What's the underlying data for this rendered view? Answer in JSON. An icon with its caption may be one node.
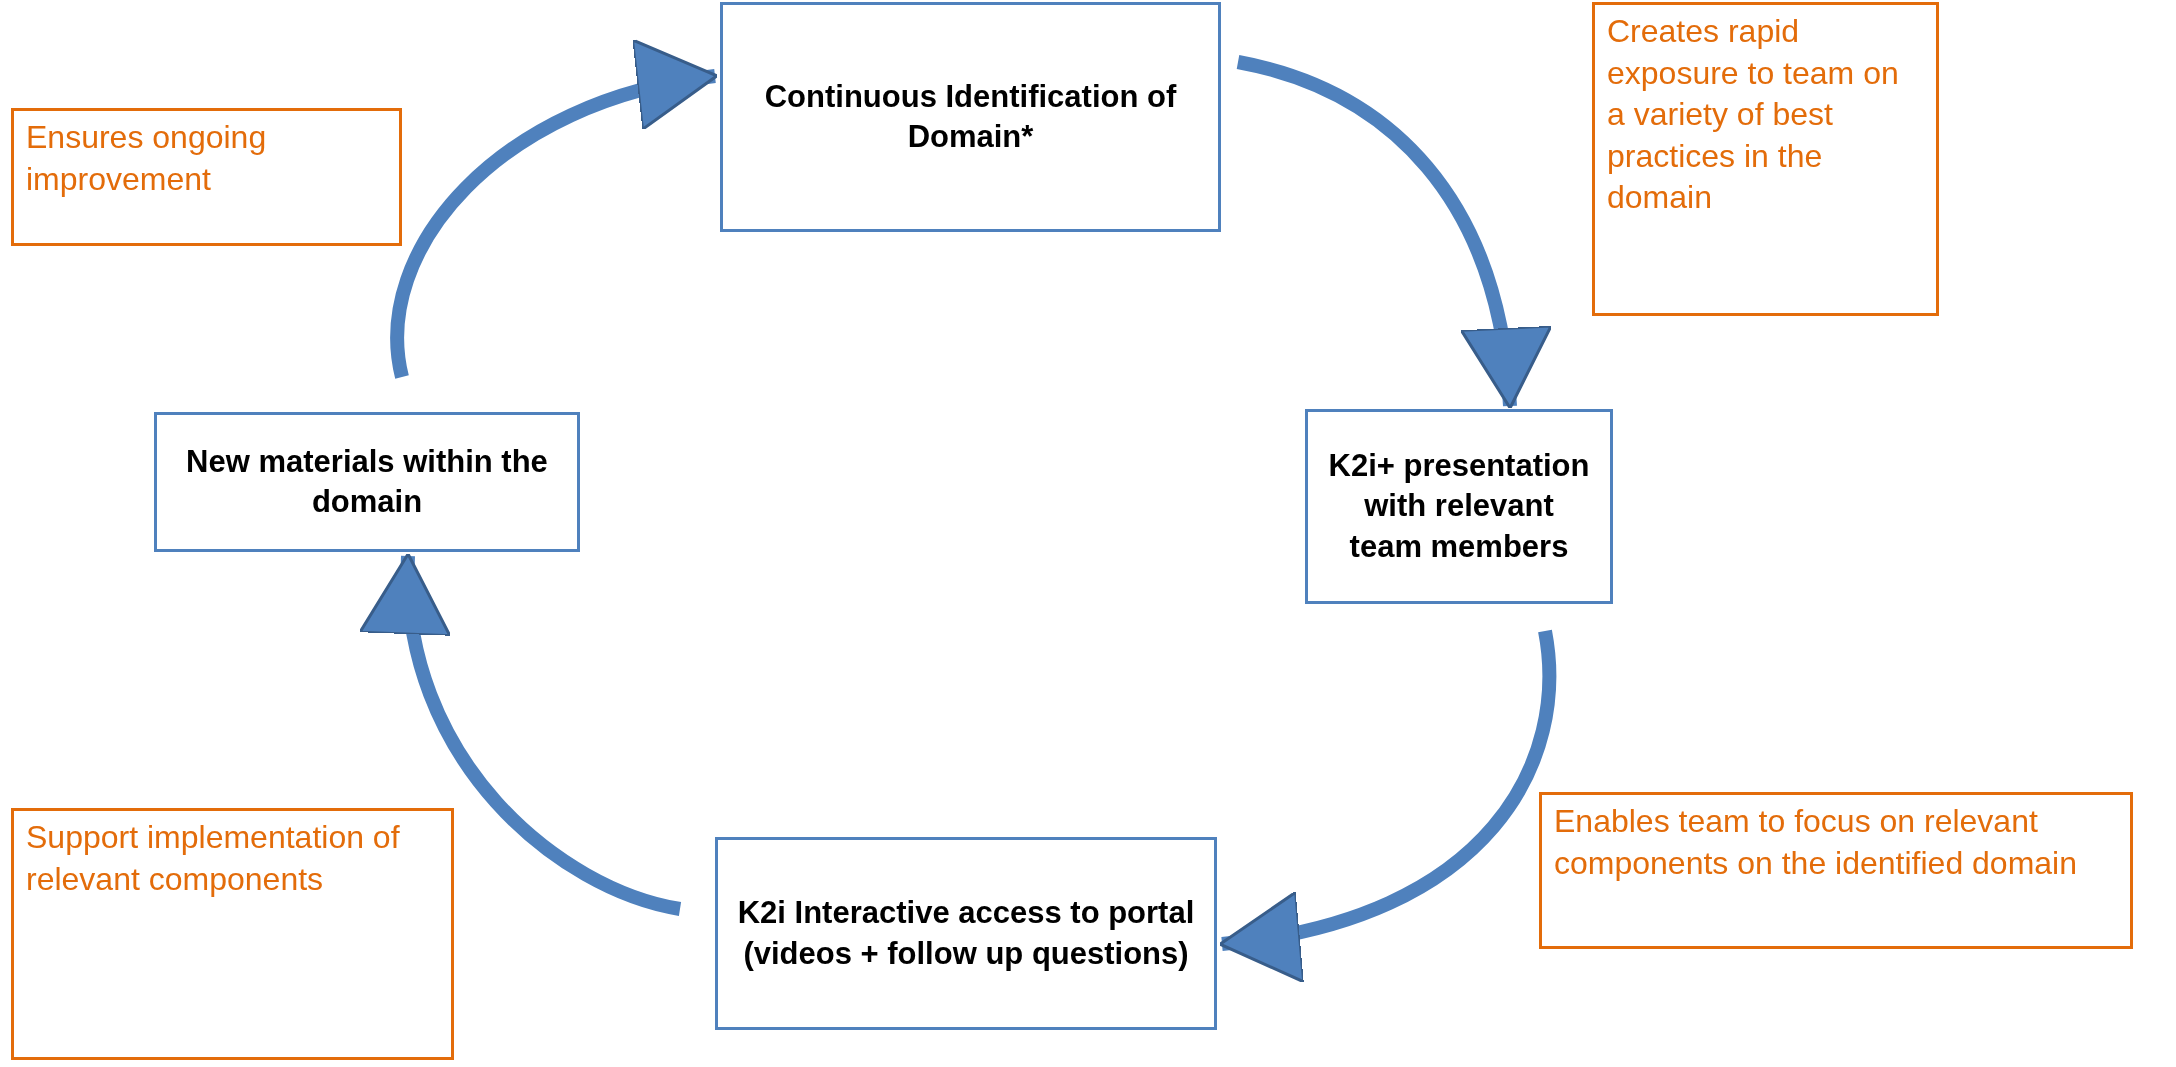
{
  "diagram": {
    "nodes": [
      {
        "text": [
          "Continuous Identification of Domain*"
        ]
      },
      {
        "text": [
          "K2i+ presentation with relevant team members"
        ]
      },
      {
        "text": [
          "K2i Interactive access to portal (videos + follow up questions)"
        ]
      },
      {
        "text": [
          "New materials within the domain"
        ]
      },
      {
        "text": [
          "Ensures ongoing improvement"
        ]
      },
      {
        "text": [
          "Creates rapid exposure to team on a variety of best practices in the domain"
        ]
      },
      {
        "text": [
          "Enables team to focus on relevant components on the identified domain"
        ]
      },
      {
        "text": [
          "Support implementation of relevant components"
        ]
      }
    ],
    "edges": [
      {
        "from": 0,
        "to": 1,
        "arrow": "to"
      },
      {
        "from": 1,
        "to": 2,
        "arrow": "to"
      },
      {
        "from": 2,
        "to": 3,
        "arrow": "to"
      },
      {
        "from": 3,
        "to": 0,
        "arrow": "to"
      }
    ]
  }
}
